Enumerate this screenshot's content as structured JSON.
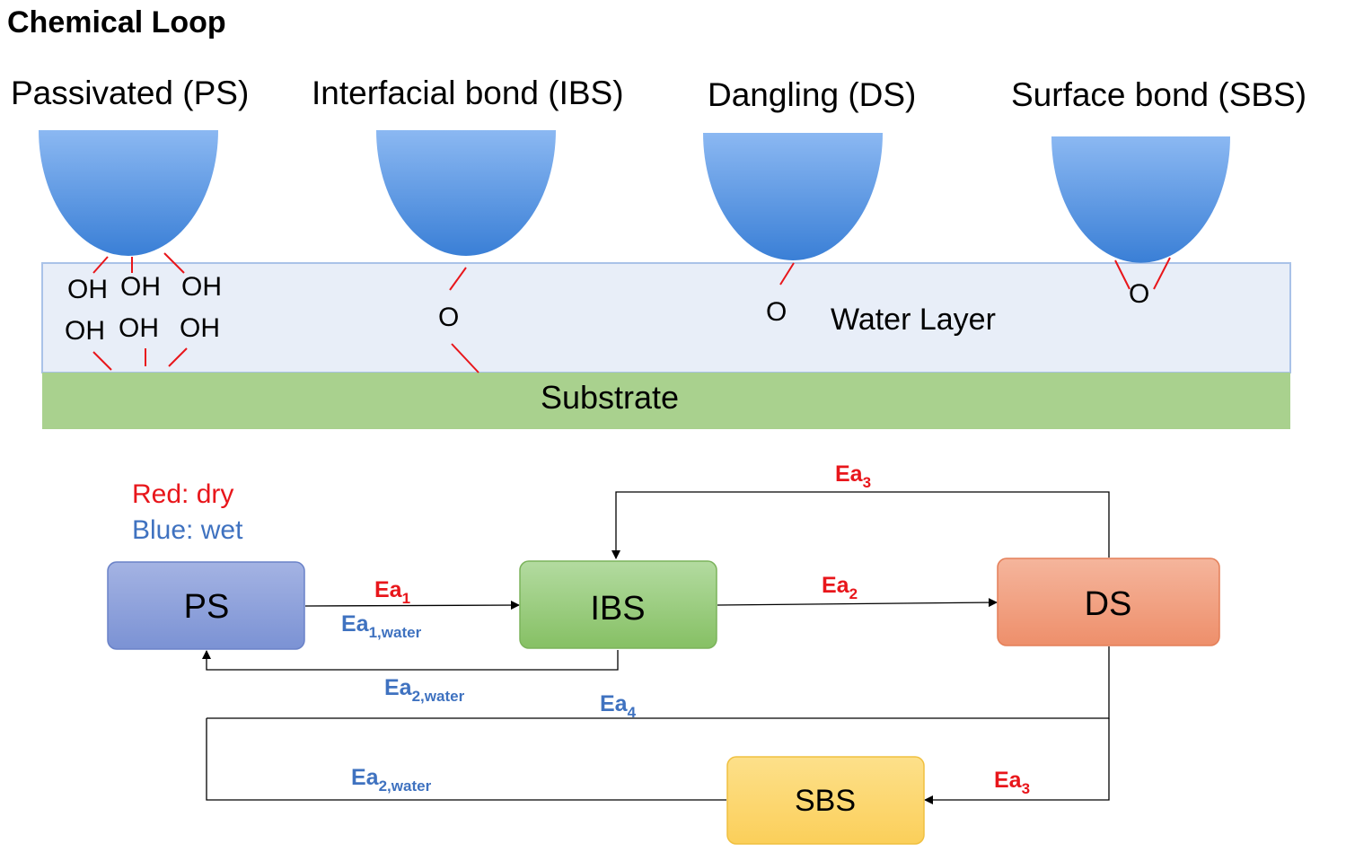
{
  "title": "Chemical Loop",
  "states_top": [
    {
      "id": "ps",
      "label": "Passivated (PS)"
    },
    {
      "id": "ibs",
      "label": "Interfacial bond (IBS)"
    },
    {
      "id": "ds",
      "label": "Dangling (DS)"
    },
    {
      "id": "sbs",
      "label": "Surface bond (SBS)"
    }
  ],
  "layers": {
    "water": "Water Layer",
    "substrate": "Substrate"
  },
  "atoms": {
    "oh": "OH",
    "o": "O"
  },
  "legend": {
    "dry": "Red: dry",
    "wet": "Blue: wet"
  },
  "boxes": {
    "ps": "PS",
    "ibs": "IBS",
    "ds": "DS",
    "sbs": "SBS"
  },
  "energies": {
    "ea1": {
      "main": "Ea",
      "sub": "1"
    },
    "ea1_water": {
      "main": "Ea",
      "sub": "1,water"
    },
    "ea2": {
      "main": "Ea",
      "sub": "2"
    },
    "ea2_water_a": {
      "main": "Ea",
      "sub": "2,water"
    },
    "ea2_water_b": {
      "main": "Ea",
      "sub": "2,water"
    },
    "ea3_top": {
      "main": "Ea",
      "sub": "3"
    },
    "ea3_bottom": {
      "main": "Ea",
      "sub": "3"
    },
    "ea4": {
      "main": "Ea",
      "sub": "4"
    }
  },
  "colors": {
    "dry": "#e8161b",
    "wet": "#3f72c0",
    "tip_top": "#8bb8f2",
    "tip_bottom": "#3a7fd6",
    "water": "#e8eef8",
    "water_border": "#a9c2e8",
    "substrate": "#a9d18e",
    "bond": "#e8161b",
    "ps_box": "#8a9fd8",
    "ibs_box": "#9bcb7f",
    "ds_box": "#f19a7a",
    "sbs_box": "#fdd86a"
  }
}
